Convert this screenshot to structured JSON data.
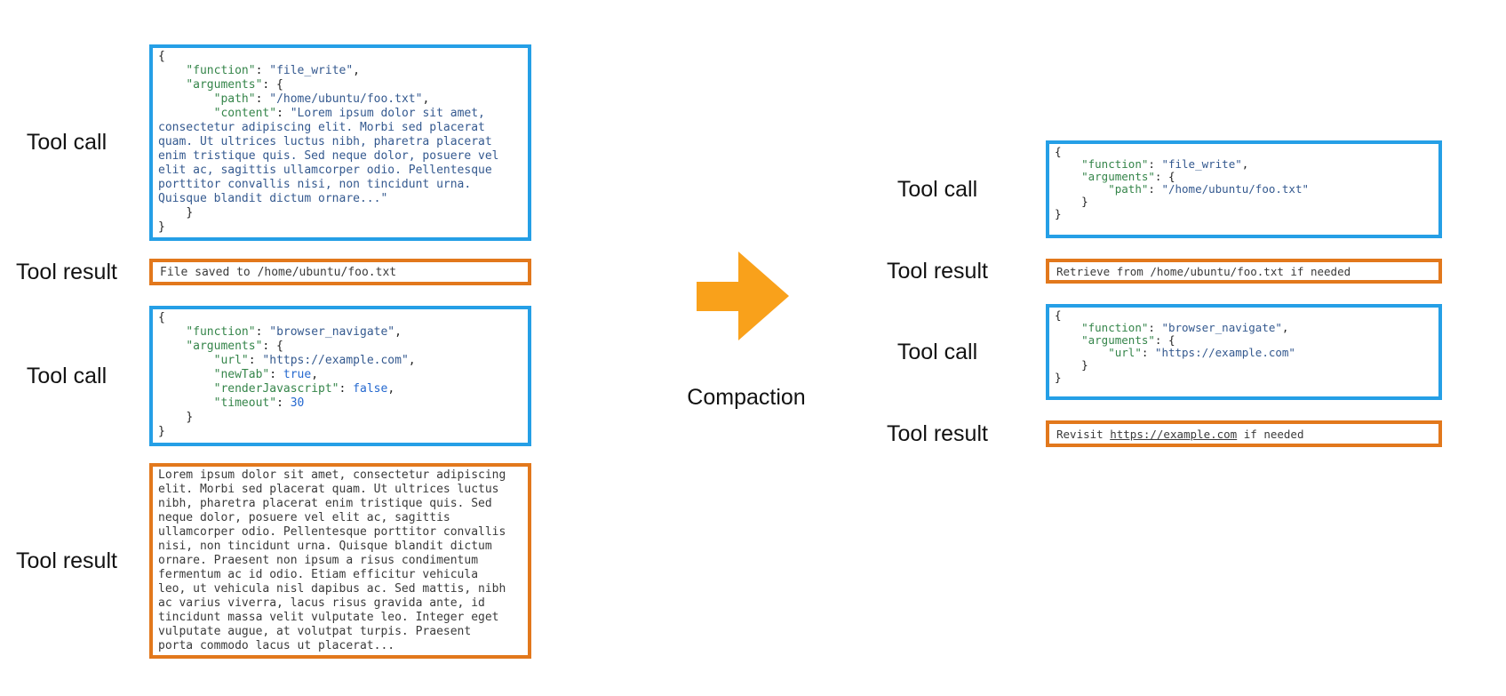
{
  "colors": {
    "tool_call_border": "#259FE6",
    "tool_result_border": "#E2781C",
    "arrow": "#F9A11B",
    "code_key": "#35854A",
    "code_str": "#34598F",
    "code_lit": "#2468CF",
    "code_plain": "#222222",
    "result_text": "#3A3A3A"
  },
  "middle": {
    "compaction_label": "Compaction",
    "arrow_icon": "right-arrow"
  },
  "left": {
    "call1": {
      "label": "Tool call",
      "code": [
        {
          "t": "{\n    "
        },
        {
          "t": "\"function\"",
          "c": "key"
        },
        {
          "t": ": "
        },
        {
          "t": "\"file_write\"",
          "c": "str"
        },
        {
          "t": ",\n    "
        },
        {
          "t": "\"arguments\"",
          "c": "key"
        },
        {
          "t": ": {\n        "
        },
        {
          "t": "\"path\"",
          "c": "key"
        },
        {
          "t": ": "
        },
        {
          "t": "\"/home/ubuntu/foo.txt\"",
          "c": "str"
        },
        {
          "t": ",\n        "
        },
        {
          "t": "\"content\"",
          "c": "key"
        },
        {
          "t": ": "
        },
        {
          "t": "\"Lorem ipsum dolor sit amet,\nconsectetur adipiscing elit. Morbi sed placerat\nquam. Ut ultrices luctus nibh, pharetra placerat\nenim tristique quis. Sed neque dolor, posuere vel\nelit ac, sagittis ullamcorper odio. Pellentesque\nporttitor convallis nisi, non tincidunt urna.\nQuisque blandit dictum ornare...\"",
          "c": "str"
        },
        {
          "t": "\n    }\n}"
        }
      ]
    },
    "result1": {
      "label": "Tool result",
      "code": [
        {
          "t": "File saved to /home/ubuntu/foo.txt"
        }
      ]
    },
    "call2": {
      "label": "Tool call",
      "code": [
        {
          "t": "{\n    "
        },
        {
          "t": "\"function\"",
          "c": "key"
        },
        {
          "t": ": "
        },
        {
          "t": "\"browser_navigate\"",
          "c": "str"
        },
        {
          "t": ",\n    "
        },
        {
          "t": "\"arguments\"",
          "c": "key"
        },
        {
          "t": ": {\n        "
        },
        {
          "t": "\"url\"",
          "c": "key"
        },
        {
          "t": ": "
        },
        {
          "t": "\"https://example.com\"",
          "c": "str"
        },
        {
          "t": ",\n        "
        },
        {
          "t": "\"newTab\"",
          "c": "key"
        },
        {
          "t": ": "
        },
        {
          "t": "true",
          "c": "lit"
        },
        {
          "t": ",\n        "
        },
        {
          "t": "\"renderJavascript\"",
          "c": "key"
        },
        {
          "t": ": "
        },
        {
          "t": "false",
          "c": "lit"
        },
        {
          "t": ",\n        "
        },
        {
          "t": "\"timeout\"",
          "c": "key"
        },
        {
          "t": ": "
        },
        {
          "t": "30",
          "c": "lit"
        },
        {
          "t": "\n    }\n}"
        }
      ]
    },
    "result2": {
      "label": "Tool result",
      "code": [
        {
          "t": "Lorem ipsum dolor sit amet, consectetur adipiscing\nelit. Morbi sed placerat quam. Ut ultrices luctus\nnibh, pharetra placerat enim tristique quis. Sed\nneque dolor, posuere vel elit ac, sagittis\nullamcorper odio. Pellentesque porttitor convallis\nnisi, non tincidunt urna. Quisque blandit dictum\nornare. Praesent non ipsum a risus condimentum\nfermentum ac id odio. Etiam efficitur vehicula\nleo, ut vehicula nisl dapibus ac. Sed mattis, nibh\nac varius viverra, lacus risus gravida ante, id\ntincidunt massa velit vulputate leo. Integer eget\nvulputate augue, at volutpat turpis. Praesent\nporta commodo lacus ut placerat..."
        }
      ]
    }
  },
  "right": {
    "call1": {
      "label": "Tool call",
      "code": [
        {
          "t": "{\n    "
        },
        {
          "t": "\"function\"",
          "c": "key"
        },
        {
          "t": ": "
        },
        {
          "t": "\"file_write\"",
          "c": "str"
        },
        {
          "t": ",\n    "
        },
        {
          "t": "\"arguments\"",
          "c": "key"
        },
        {
          "t": ": {\n        "
        },
        {
          "t": "\"path\"",
          "c": "key"
        },
        {
          "t": ": "
        },
        {
          "t": "\"/home/ubuntu/foo.txt\"",
          "c": "str"
        },
        {
          "t": "\n    }\n}"
        }
      ]
    },
    "result1": {
      "label": "Tool result",
      "code": [
        {
          "t": "Retrieve from /home/ubuntu/foo.txt if needed"
        }
      ]
    },
    "call2": {
      "label": "Tool call",
      "code": [
        {
          "t": "{\n    "
        },
        {
          "t": "\"function\"",
          "c": "key"
        },
        {
          "t": ": "
        },
        {
          "t": "\"browser_navigate\"",
          "c": "str"
        },
        {
          "t": ",\n    "
        },
        {
          "t": "\"arguments\"",
          "c": "key"
        },
        {
          "t": ": {\n        "
        },
        {
          "t": "\"url\"",
          "c": "key"
        },
        {
          "t": ": "
        },
        {
          "t": "\"https://example.com\"",
          "c": "str"
        },
        {
          "t": "\n    }\n}"
        }
      ]
    },
    "result2": {
      "label": "Tool result",
      "code": [
        {
          "t": "Revisit "
        },
        {
          "t": "https://example.com",
          "c": "underline"
        },
        {
          "t": " if needed"
        }
      ]
    }
  }
}
